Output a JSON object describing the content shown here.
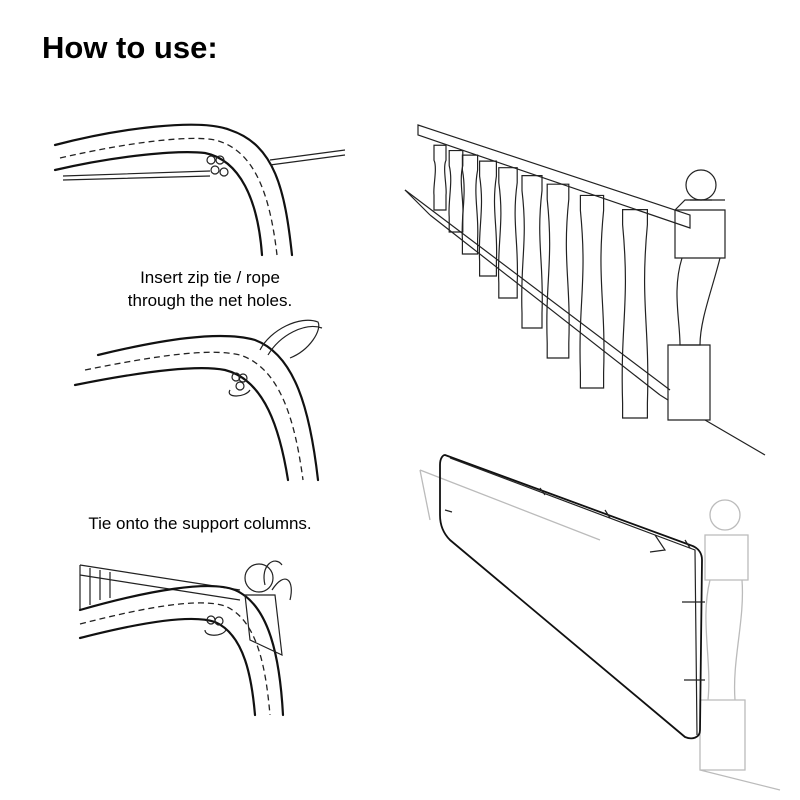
{
  "title": "How to use:",
  "steps": [
    {
      "caption_line1": "Insert zip tie / rope",
      "caption_line2": "through the net holes."
    },
    {
      "caption": "Tie onto the support columns."
    }
  ]
}
